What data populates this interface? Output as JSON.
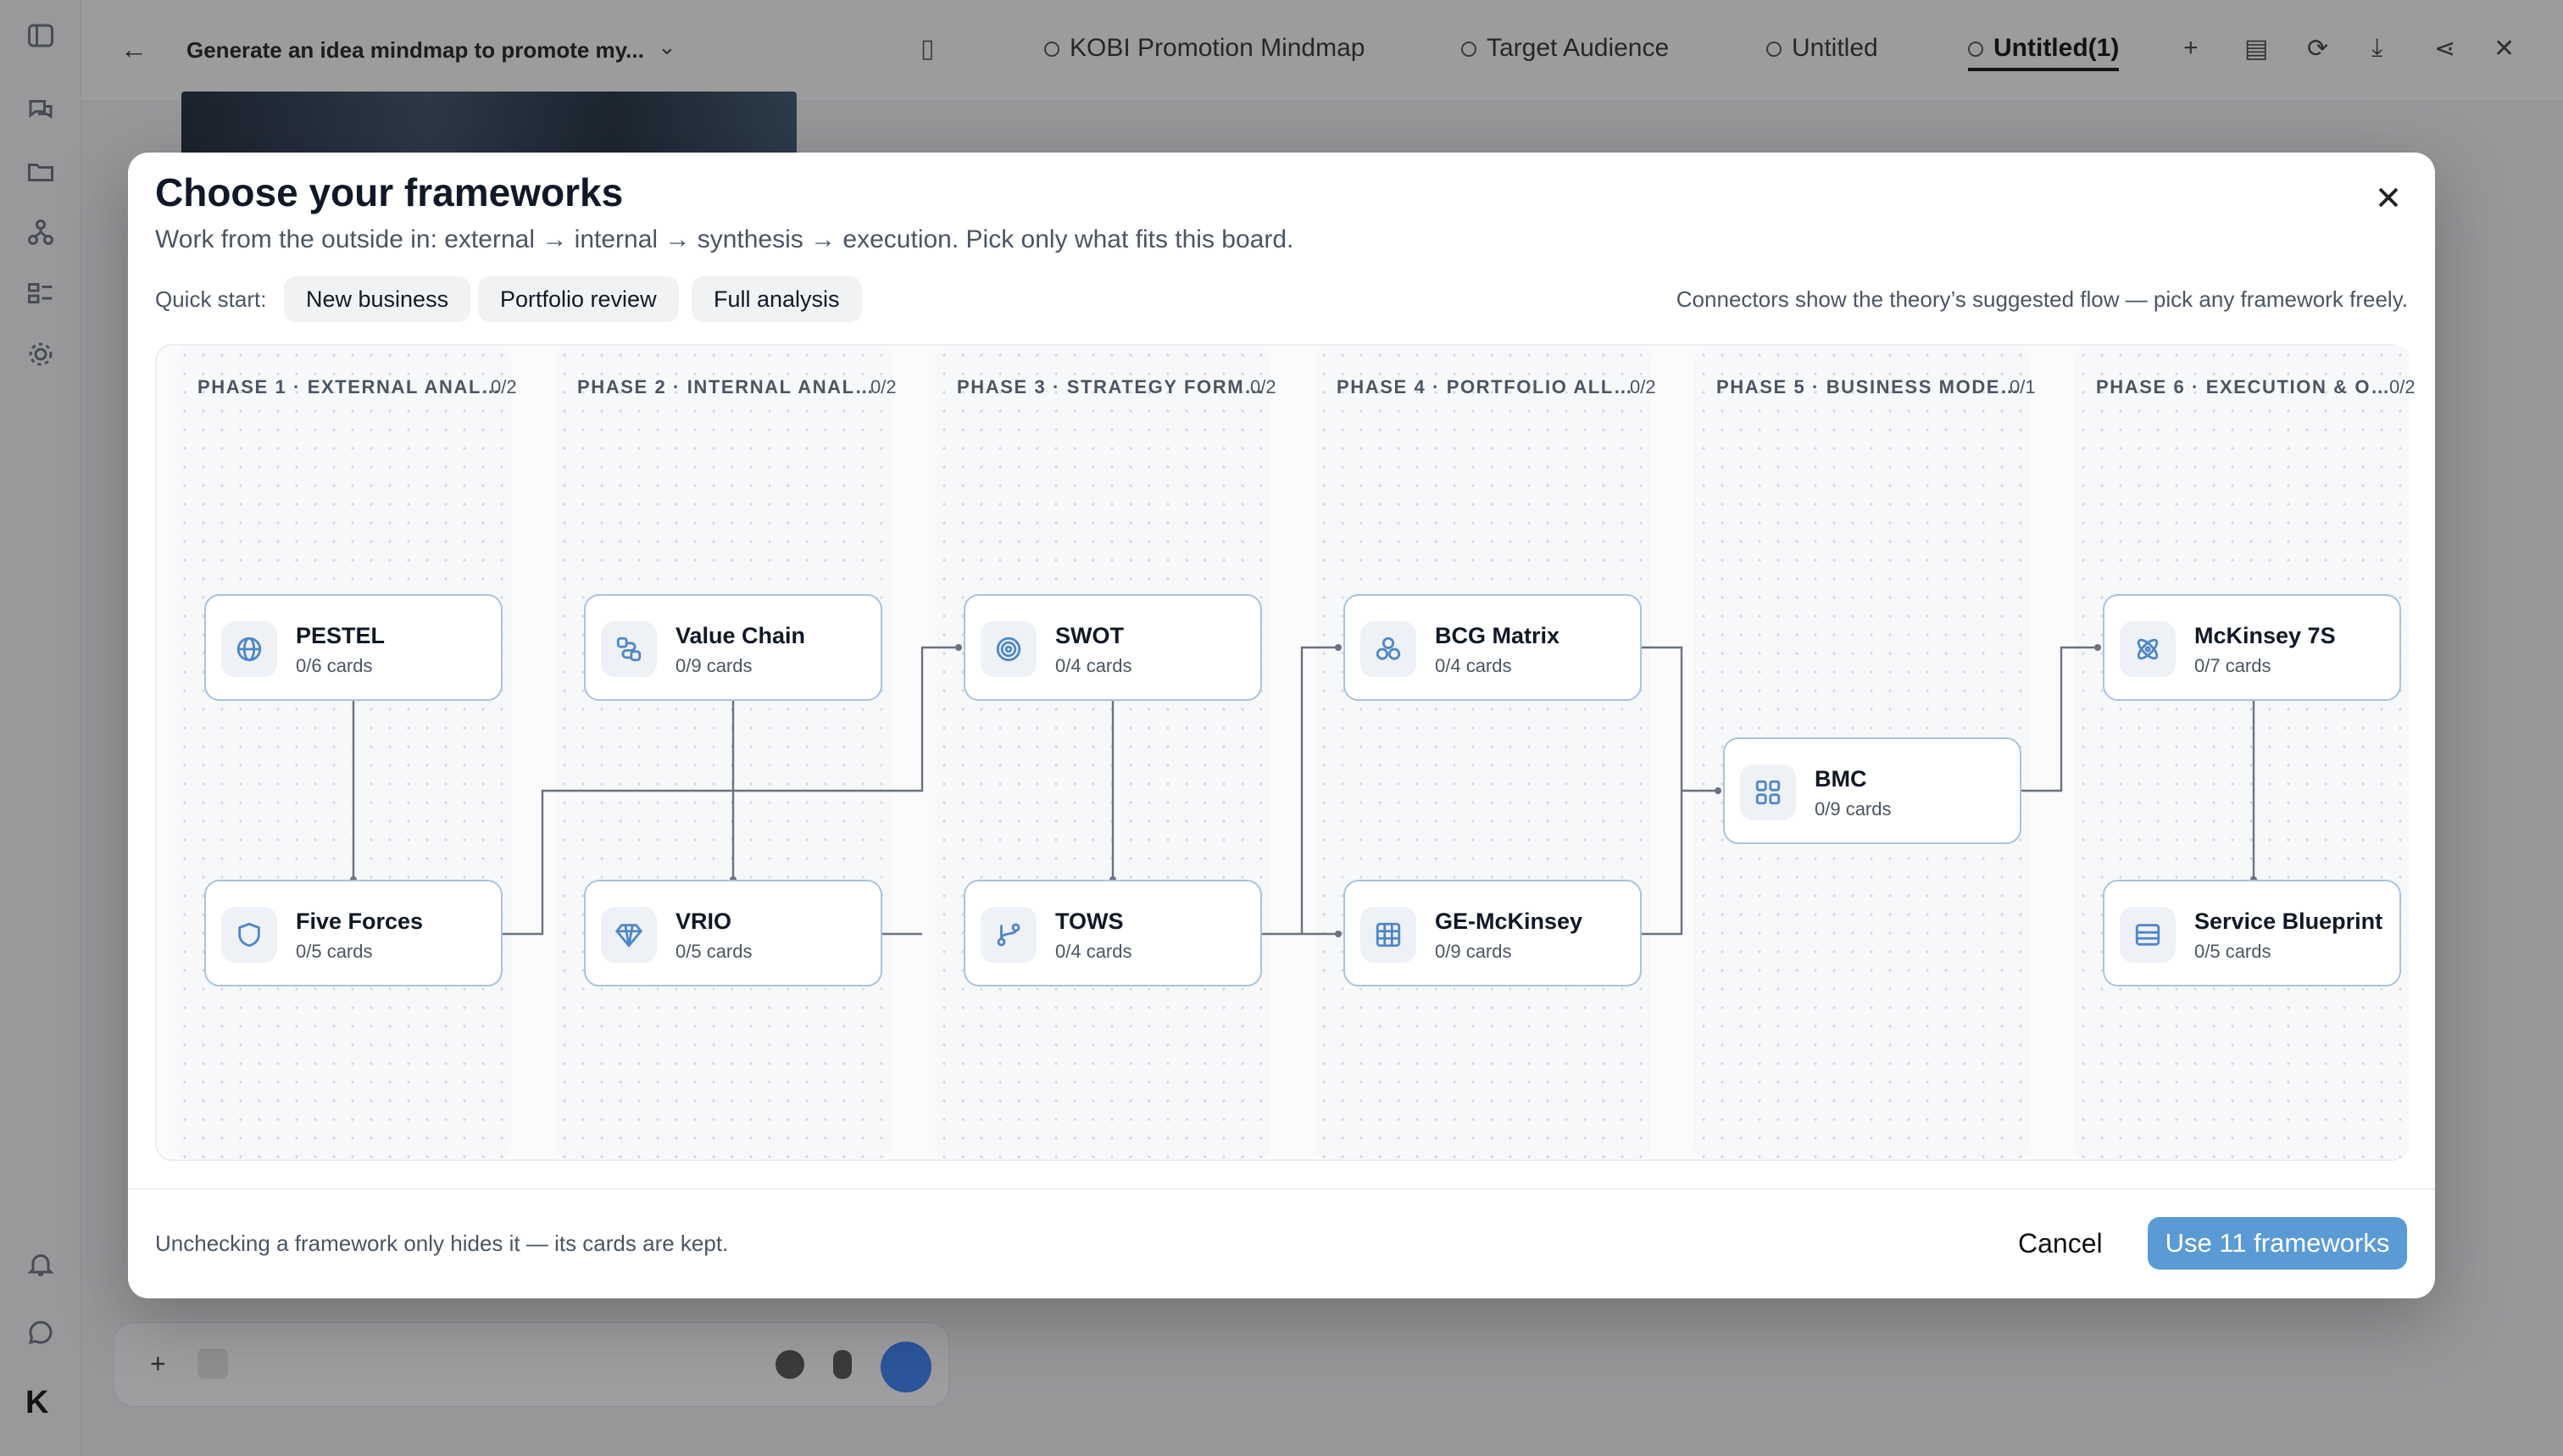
{
  "app": {
    "chat_title": "Generate an idea mindmap to promote my...",
    "tabs": [
      {
        "label": "KOBI Promotion Mindmap",
        "active": false
      },
      {
        "label": "Target Audience",
        "active": false
      },
      {
        "label": "Untitled",
        "active": false
      },
      {
        "label": "Untitled(1)",
        "active": true
      }
    ],
    "logo": "K"
  },
  "modal": {
    "title": "Choose your frameworks",
    "subtitle": "Work from the outside in: external → internal → synthesis → execution. Pick only what fits this board.",
    "quick_start_label": "Quick start:",
    "quick_start": [
      "New business",
      "Portfolio review",
      "Full analysis"
    ],
    "hint": "Connectors show the theory’s suggested flow — pick any framework freely.",
    "phases": [
      {
        "label": "PHASE 1 · EXTERNAL ANAL…",
        "count": "0/2"
      },
      {
        "label": "PHASE 2 · INTERNAL ANAL…",
        "count": "0/2"
      },
      {
        "label": "PHASE 3 · STRATEGY FORM…",
        "count": "0/2"
      },
      {
        "label": "PHASE 4 · PORTFOLIO ALL…",
        "count": "0/2"
      },
      {
        "label": "PHASE 5 · BUSINESS MODE…",
        "count": "0/1"
      },
      {
        "label": "PHASE 6 · EXECUTION & O…",
        "count": "0/2"
      }
    ],
    "frameworks": {
      "pestel": {
        "name": "PESTEL",
        "cards": "0/6 cards",
        "icon": "globe-icon"
      },
      "five_forces": {
        "name": "Five Forces",
        "cards": "0/5 cards",
        "icon": "shield-icon"
      },
      "value_chain": {
        "name": "Value Chain",
        "cards": "0/9 cards",
        "icon": "route-icon"
      },
      "vrio": {
        "name": "VRIO",
        "cards": "0/5 cards",
        "icon": "gem-icon"
      },
      "swot": {
        "name": "SWOT",
        "cards": "0/4 cards",
        "icon": "target-icon"
      },
      "tows": {
        "name": "TOWS",
        "cards": "0/4 cards",
        "icon": "git-branch-icon"
      },
      "bcg": {
        "name": "BCG Matrix",
        "cards": "0/4 cards",
        "icon": "circles-icon"
      },
      "ge": {
        "name": "GE-McKinsey",
        "cards": "0/9 cards",
        "icon": "grid-icon"
      },
      "bmc": {
        "name": "BMC",
        "cards": "0/9 cards",
        "icon": "layout-grid-icon"
      },
      "mck7s": {
        "name": "McKinsey 7S",
        "cards": "0/7 cards",
        "icon": "atom-icon"
      },
      "blueprint": {
        "name": "Service Blueprint",
        "cards": "0/5 cards",
        "icon": "table-icon"
      }
    },
    "footer_note": "Unchecking a framework only hides it — its cards are kept.",
    "cancel_label": "Cancel",
    "primary_label": "Use 11 frameworks"
  }
}
